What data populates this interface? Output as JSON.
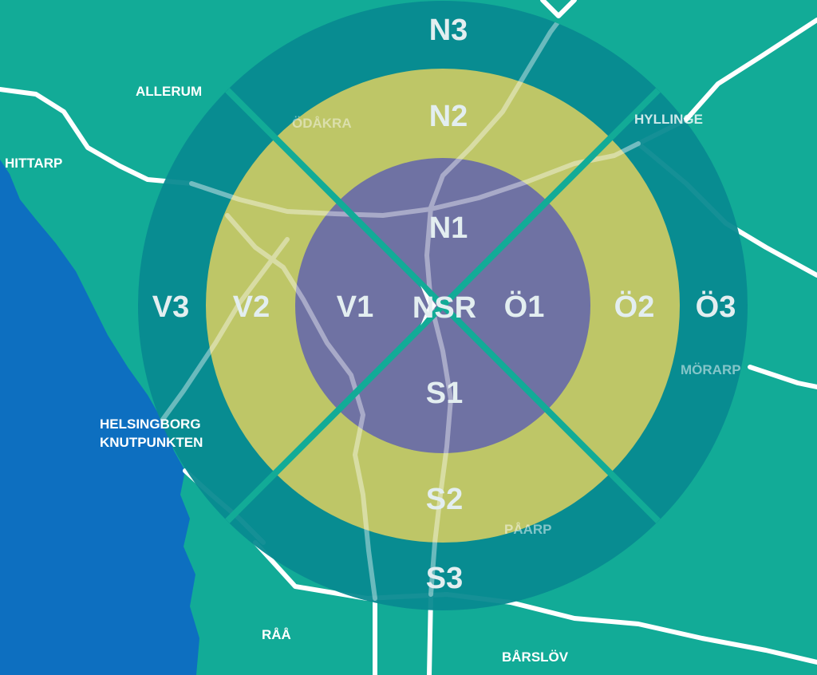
{
  "colors": {
    "land": "#12ab97",
    "sea": "#0d6fc0",
    "road": "#ffffff",
    "ring_outer": "#088a90",
    "ring_middle": "#c8c965",
    "ring_inner": "#6a6ea6",
    "zone_divider": "#12ab97",
    "zone_text": "#e3eef0",
    "place_text": "#ffffff"
  },
  "zones": {
    "center": "NSR",
    "inner": {
      "north": "N1",
      "south": "S1",
      "west": "V1",
      "east": "Ö1"
    },
    "middle": {
      "north": "N2",
      "south": "S2",
      "west": "V2",
      "east": "Ö2"
    },
    "outer": {
      "north": "N3",
      "south": "S3",
      "west": "V3",
      "east": "Ö3"
    }
  },
  "places": {
    "allerum": "ALLERUM",
    "hittarp": "HITTARP",
    "odakra": "ÖDÅKRA",
    "hyllinge": "HYLLINGE",
    "morarp": "MÖRARP",
    "helsingborg_line1": "HELSINGBORG",
    "helsingborg_line2": "KNUTPUNKTEN",
    "paarp": "PÅARP",
    "raa": "RÅÅ",
    "barslov": "BÅRSLÖV"
  }
}
